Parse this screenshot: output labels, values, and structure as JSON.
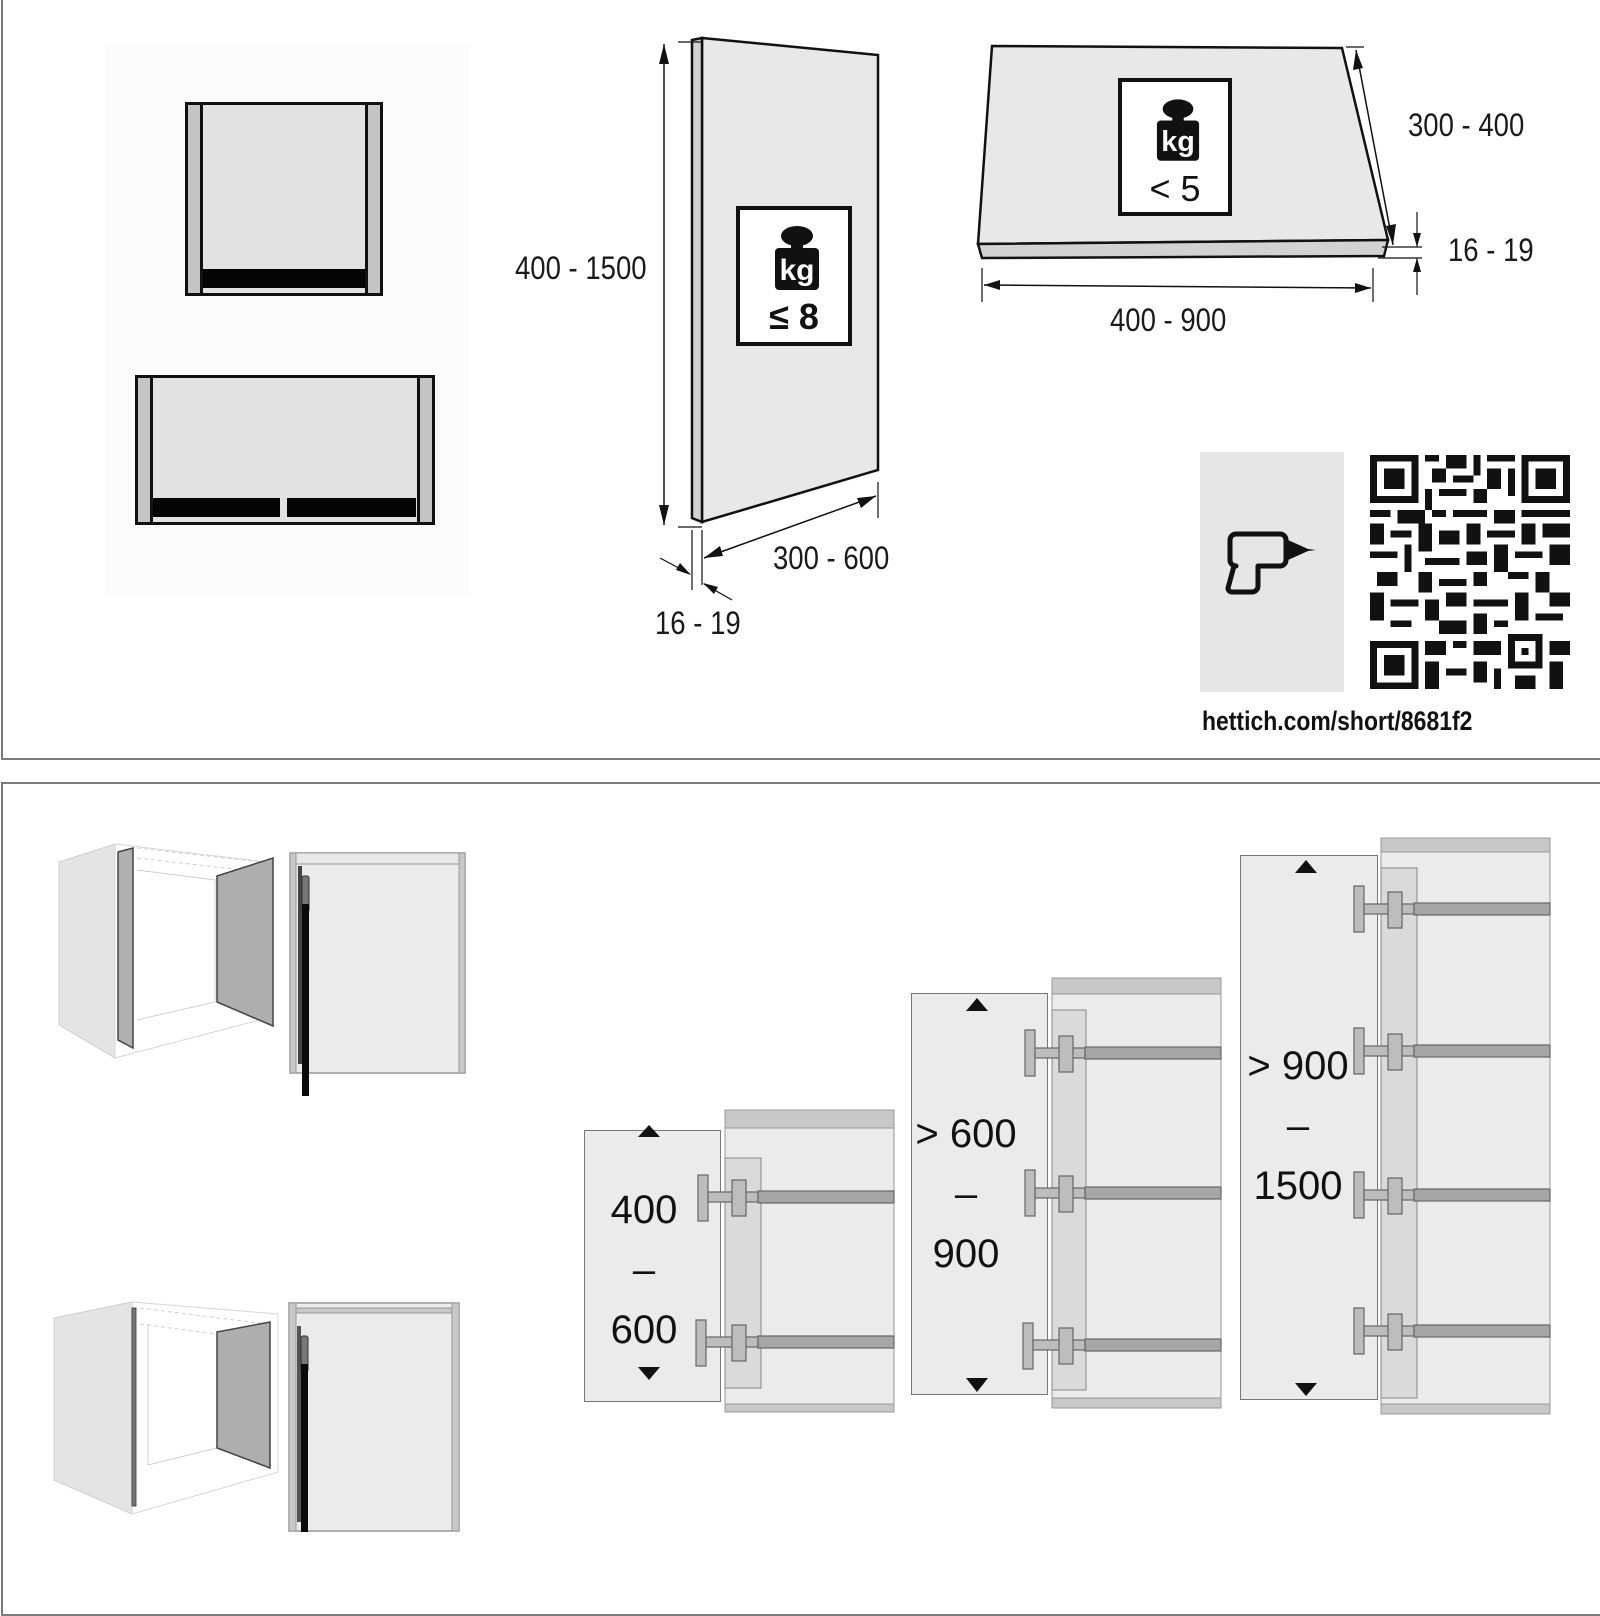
{
  "document": {
    "type": "furniture fitting installation diagram",
    "brand_url": "hettich.com/short/8681f2"
  },
  "top_panel": {
    "cabinet_front_views": [
      {
        "id": "single-drawer-cabinet",
        "drawer_count": 1
      },
      {
        "id": "double-drawer-cabinet",
        "drawer_count": 2
      }
    ],
    "vertical_door": {
      "height_range": "400 - 1500",
      "width_range": "300 - 600",
      "thickness_range": "16 - 19",
      "weight_label": "kg",
      "weight_limit": "≤ 8"
    },
    "horizontal_flap": {
      "depth_range": "300 - 400",
      "width_range": "400 - 900",
      "thickness_range": "16 - 19",
      "weight_label": "kg",
      "weight_limit": "< 5"
    },
    "tool_icon": "drill-icon",
    "qr_code": "qr-code",
    "url": "hettich.com/short/8681f2"
  },
  "bottom_panel": {
    "cabinet_isometric_views": [
      {
        "id": "cabinet-with-side-doors"
      },
      {
        "id": "cabinet-open-box"
      }
    ],
    "hinge_configurations": [
      {
        "range_line1": "400",
        "range_sep": "–",
        "range_line2": "600",
        "hinge_count": 2
      },
      {
        "range_line1": "> 600",
        "range_sep": "–",
        "range_line2": "900",
        "hinge_count": 3
      },
      {
        "range_line1": "> 900",
        "range_sep": "–",
        "range_line2": "1500",
        "hinge_count": 4
      }
    ]
  },
  "colors": {
    "panel_fill": "#e6e6e6",
    "edge_fill": "#c4c4c4",
    "line": "#111111",
    "frame": "#7a7a7a"
  }
}
